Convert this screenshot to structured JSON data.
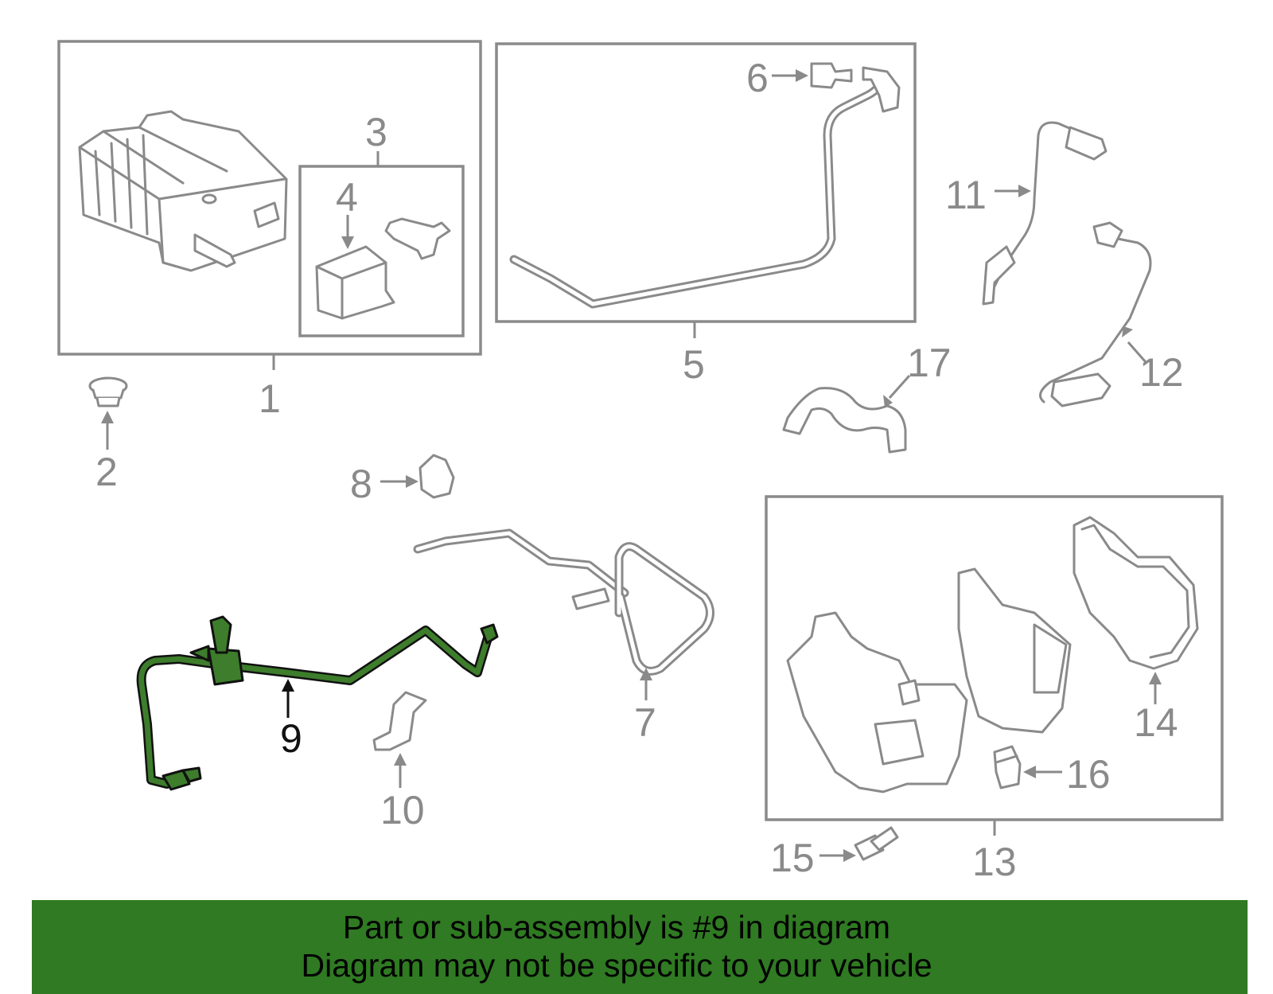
{
  "callouts": {
    "c1": "1",
    "c2": "2",
    "c3": "3",
    "c4": "4",
    "c5": "5",
    "c6": "6",
    "c7": "7",
    "c8": "8",
    "c9": "9",
    "c10": "10",
    "c11": "11",
    "c12": "12",
    "c13": "13",
    "c14": "14",
    "c15": "15",
    "c16": "16",
    "c17": "17"
  },
  "highlighted_part": "9",
  "colors": {
    "highlight": "#3d7d2b",
    "banner": "#2f7a22",
    "line": "#8a8a8a"
  },
  "banner": {
    "line1": "Part or sub-assembly is #9 in diagram",
    "line2": "Diagram may not be specific to your vehicle"
  }
}
